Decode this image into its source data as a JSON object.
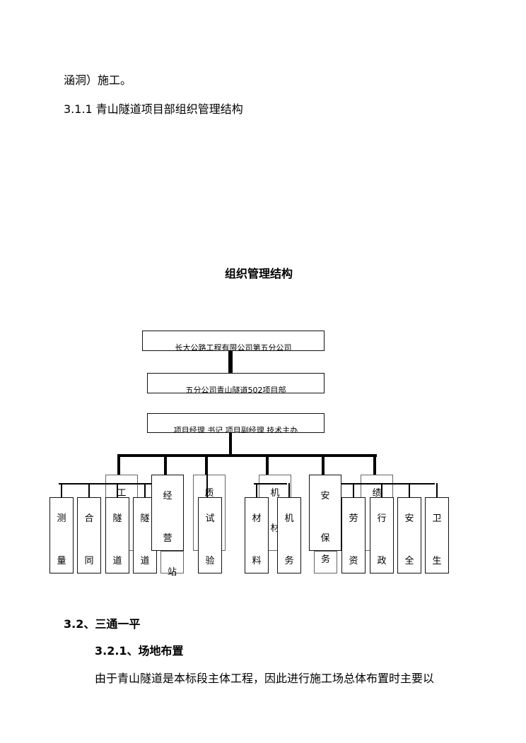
{
  "text": {
    "line1": "涵洞）施工。",
    "line2": "3.1.1 青山隧道项目部组织管理结构",
    "chart_title": "组织管理结构",
    "h2": "3.2、三通一平",
    "h3": "3.2.1、场地布置",
    "para": "由于青山隧道是本标段主体工程，因此进行施工场总体布置时主要以"
  },
  "org": {
    "top": "长大公路工程有限公司第五分公司",
    "project": "五分公司青山隧道502项目部",
    "leaders": "项目经理  书记  项目副经理  技术主办",
    "back": [
      [
        "工"
      ],
      [
        "质"
      ],
      [
        "机",
        "材"
      ],
      [
        "绩"
      ]
    ],
    "front": [
      [
        "经",
        "营"
      ],
      [
        "安",
        "保"
      ]
    ],
    "sub": [
      "站",
      "务"
    ],
    "bottom": [
      [
        "测",
        "量"
      ],
      [
        "合",
        "同"
      ],
      [
        "隧",
        "道"
      ],
      [
        "隧",
        "道"
      ],
      [
        "试",
        "验"
      ],
      [
        "材",
        "料"
      ],
      [
        "机",
        "务"
      ],
      [
        "劳",
        "资"
      ],
      [
        "行",
        "政"
      ],
      [
        "安",
        "全"
      ],
      [
        "卫",
        "生"
      ]
    ]
  }
}
